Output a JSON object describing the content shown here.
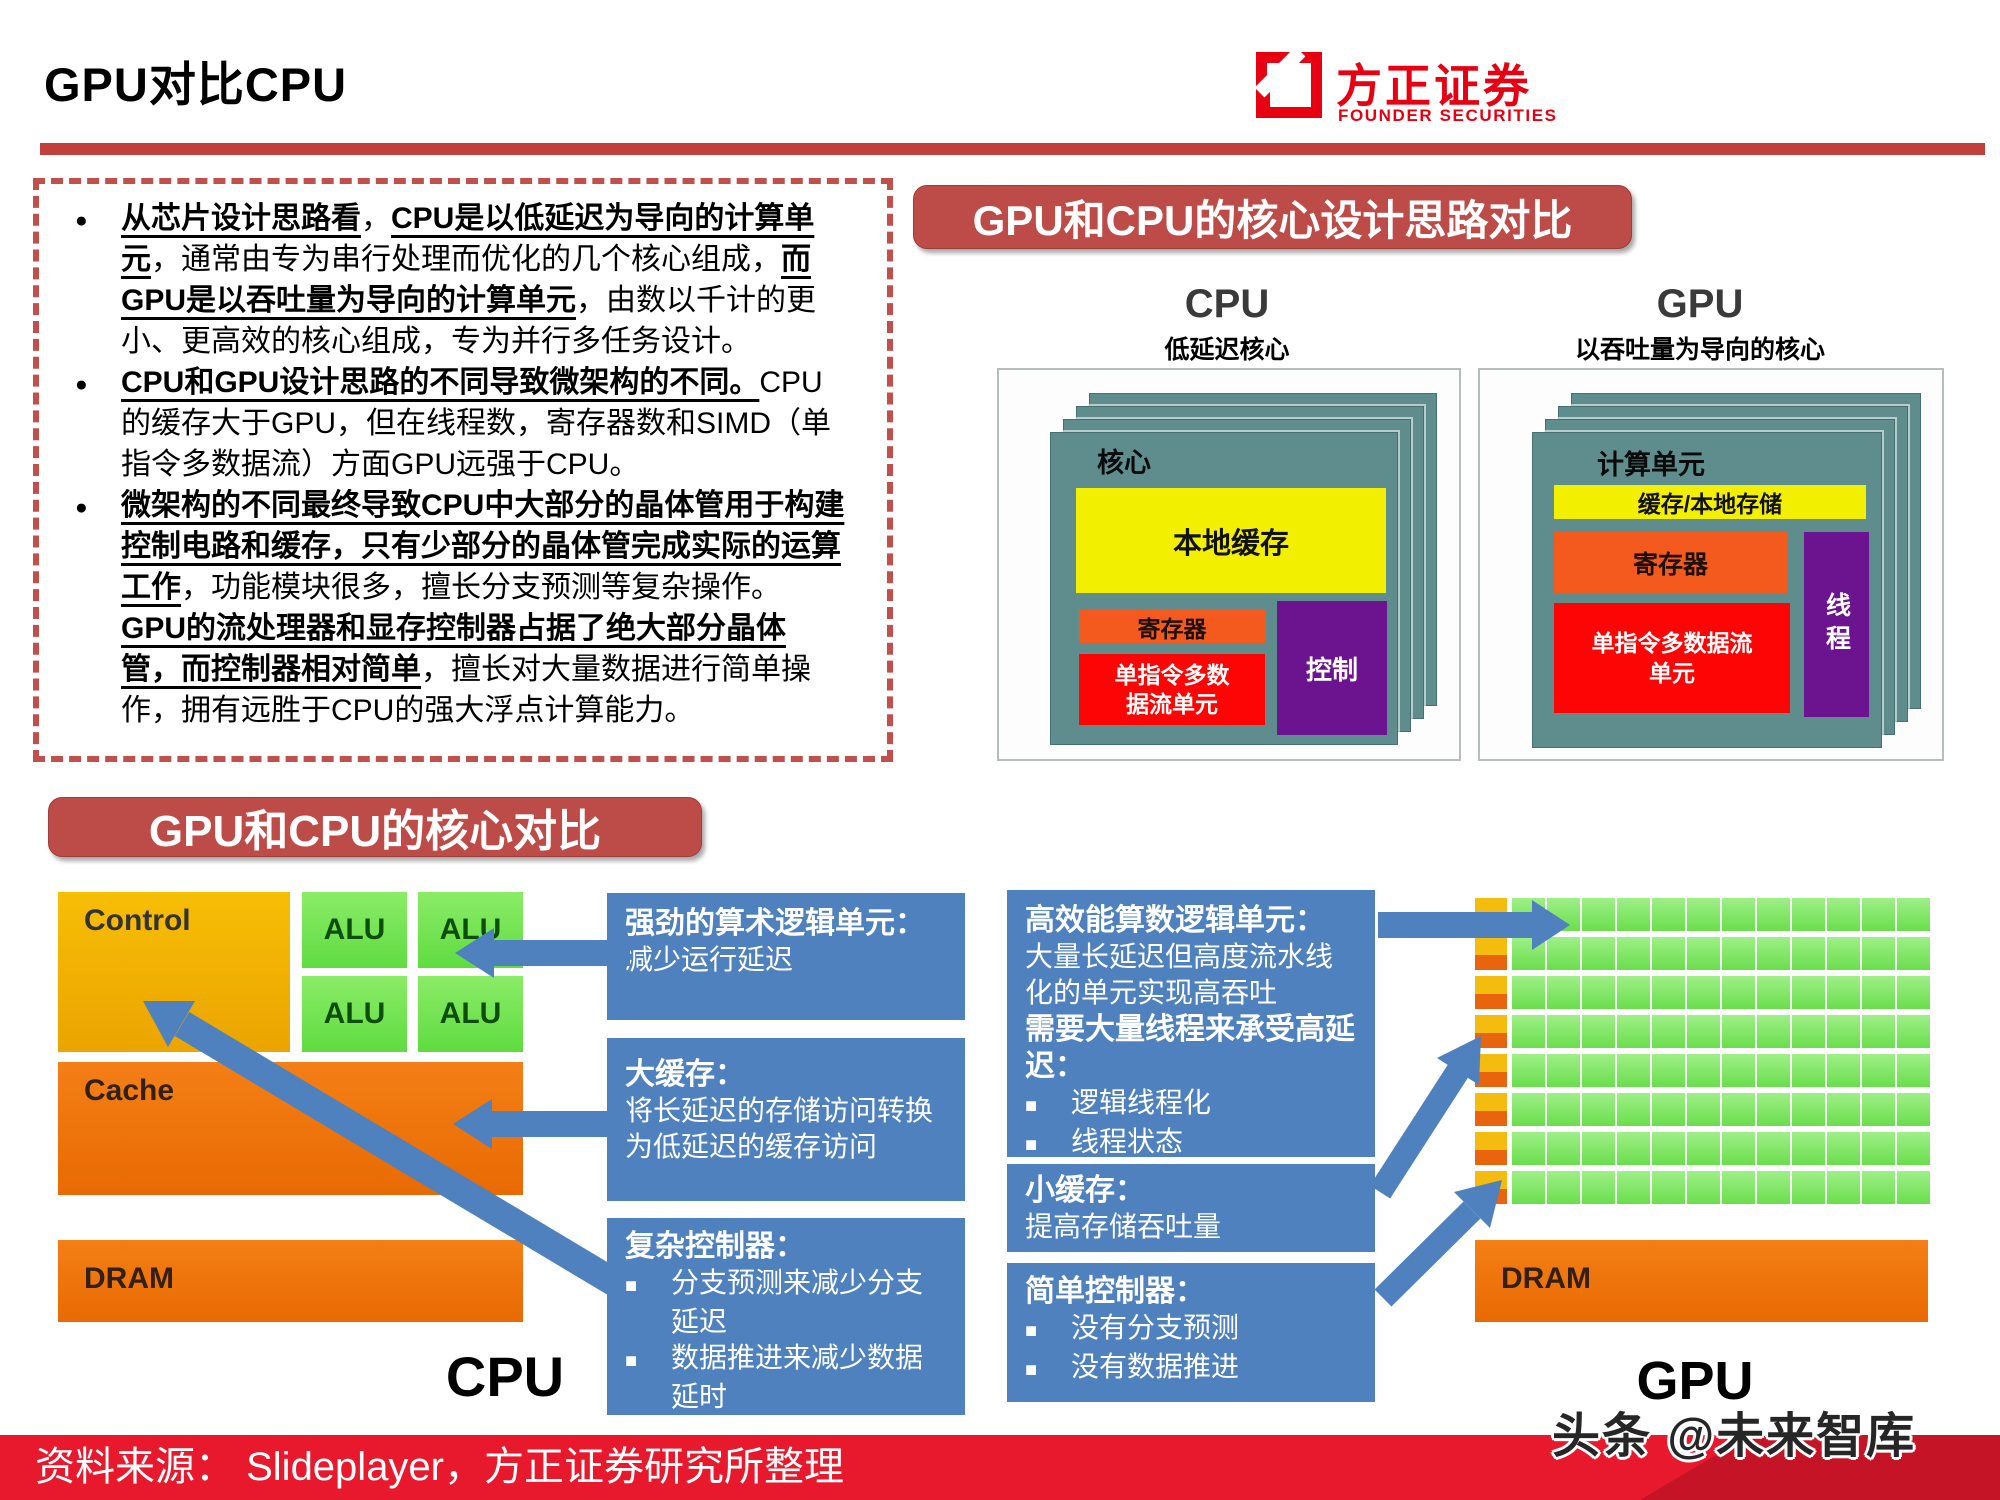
{
  "header": {
    "title": "GPU对比CPU"
  },
  "logo": {
    "name_cn": "方正证券",
    "name_en": "FOUNDER SECURITIES"
  },
  "intro": {
    "bullets": [
      {
        "segments": [
          {
            "text": "从芯片设计思路看",
            "em": true
          },
          {
            "text": "，",
            "em": false
          },
          {
            "text": "CPU是以低延迟为导向的计算单元",
            "em": true
          },
          {
            "text": "，通常由专为串行处理而优化的几个核心组成，",
            "em": false
          },
          {
            "text": "而GPU是以吞吐量为导向的计算单元",
            "em": true
          },
          {
            "text": "，由数以千计的更小、更高效的核心组成，专为并行多任务设计。",
            "em": false
          }
        ]
      },
      {
        "segments": [
          {
            "text": "CPU和GPU设计思路的不同导致微架构的不同。",
            "em": true
          },
          {
            "text": "CPU的缓存大于GPU，但在线程数，寄存器数和SIMD（单指令多数据流）方面GPU远强于CPU。",
            "em": false
          }
        ]
      },
      {
        "segments": [
          {
            "text": "微架构的不同最终导致CPU中大部分的晶体管用于构建控制电路和缓存，只有少部分的晶体管完成实际的运算工作",
            "em": true
          },
          {
            "text": "，功能模块很多，擅长分支预测等复杂操作。",
            "em": false
          },
          {
            "text": "GPU的流处理器和显存控制器占据了绝大部分晶体管，而控制器相对简单",
            "em": true
          },
          {
            "text": "，擅长对大量数据进行简单操作，拥有远胜于CPU的强大浮点计算能力。",
            "em": false
          }
        ]
      }
    ]
  },
  "design": {
    "banner": "GPU和CPU的核心设计思路对比",
    "cpu": {
      "title": "CPU",
      "subtitle": "低延迟核心",
      "core": "核心",
      "cache": "本地缓存",
      "register": "寄存器",
      "simd1": "单指令多数",
      "simd2": "据流单元",
      "control": "控制"
    },
    "gpu": {
      "title": "GPU",
      "subtitle": "以吞吐量为导向的核心",
      "core": "计算单元",
      "cache": "缓存/本地存储",
      "register": "寄存器",
      "simd1": "单指令多数据流",
      "simd2": "单元",
      "thread": "线程"
    }
  },
  "compare": {
    "banner": "GPU和CPU的核心对比",
    "cpu_block": {
      "control": "Control",
      "alu": "ALU",
      "cache": "Cache",
      "dram": "DRAM",
      "label": "CPU"
    },
    "gpu_block": {
      "dram": "DRAM",
      "label": "GPU"
    },
    "left_callouts": [
      {
        "heading": "强劲的算术逻辑单元：",
        "body": "减少运行延迟",
        "bullets": []
      },
      {
        "heading": "大缓存：",
        "body": "将长延迟的存储访问转换为低延迟的缓存访问",
        "bullets": []
      },
      {
        "heading": "复杂控制器：",
        "body": "",
        "bullets": [
          "分支预测来减少分支延迟",
          "数据推进来减少数据延时"
        ]
      }
    ],
    "right_callouts": [
      {
        "heading": "高效能算数逻辑单元：",
        "body": "大量长延迟但高度流水线化的单元实现高吞吐",
        "heading2": "需要大量线程来承受高延迟：",
        "bullets": [
          "逻辑线程化",
          "线程状态"
        ]
      },
      {
        "heading": "小缓存：",
        "body": "提高存储吞吐量",
        "bullets": []
      },
      {
        "heading": "简单控制器：",
        "body": "",
        "bullets": [
          "没有分支预测",
          "没有数据推进"
        ]
      }
    ]
  },
  "footer": {
    "source": "资料来源： Slideplayer，方正证券研究所整理",
    "watermark": "头条 @未来智库"
  },
  "colors": {
    "brand_red": "#E60012",
    "banner_red": "#BD4B47",
    "rule_red": "#C1403C",
    "footer_red": "#E8192C",
    "callout_blue": "#4E81BD",
    "arrow_blue": "#4E81BD",
    "teal_card": "#5F8D8D",
    "cache_yellow": "#F2F000",
    "register_orange": "#F4591D",
    "simd_red": "#FE0505",
    "control_purple": "#6C1390",
    "alu_green": "#74E953",
    "block_orange": "#EE7010",
    "control_gold": "#F2B504"
  }
}
